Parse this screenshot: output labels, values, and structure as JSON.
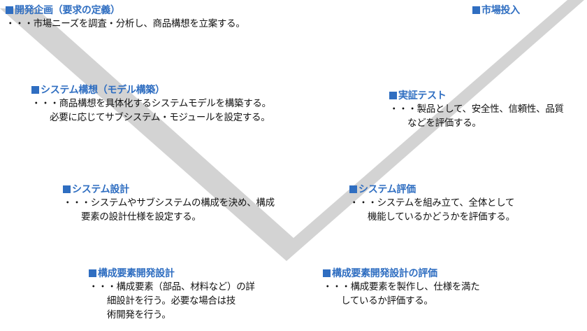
{
  "stages": {
    "planning": {
      "heading": "開発企画（要求の定義）",
      "lines": [
        "・・・市場ニーズを調査・分析し、商品構想を立案する。"
      ]
    },
    "system_concept": {
      "heading": "システム構想（モデル構築）",
      "lines": [
        "・・・商品構想を具体化するシステムモデルを構築する。",
        "必要に応じてサブシステム・モジュールを設定する。"
      ]
    },
    "system_design": {
      "heading": "システム設計",
      "lines": [
        "・・・システムやサブシステムの構成を決め、構成",
        "要素の設計仕様を設定する。"
      ]
    },
    "component_design": {
      "heading": "構成要素開発設計",
      "lines": [
        "・・・構成要素（部品、材料など）の詳",
        "細設計を行う。必要な場合は技",
        "術開発を行う。"
      ]
    },
    "component_evaluation": {
      "heading": "構成要素開発設計の評価",
      "lines": [
        "・・・構成要素を製作し、仕様を満た",
        "しているか評価する。"
      ]
    },
    "system_evaluation": {
      "heading": "システム評価",
      "lines": [
        "・・・システムを組み立て、全体として",
        "機能しているかどうかを評価する。"
      ]
    },
    "verification_test": {
      "heading": "実証テスト",
      "lines": [
        "・・・製品として、安全性、信頼性、品質",
        "などを評価する。"
      ]
    },
    "market_launch": {
      "heading": "市場投入",
      "lines": []
    }
  },
  "colors": {
    "heading": "#2F6EC1",
    "text": "#111111",
    "v_shape": "#D3D3D3"
  }
}
